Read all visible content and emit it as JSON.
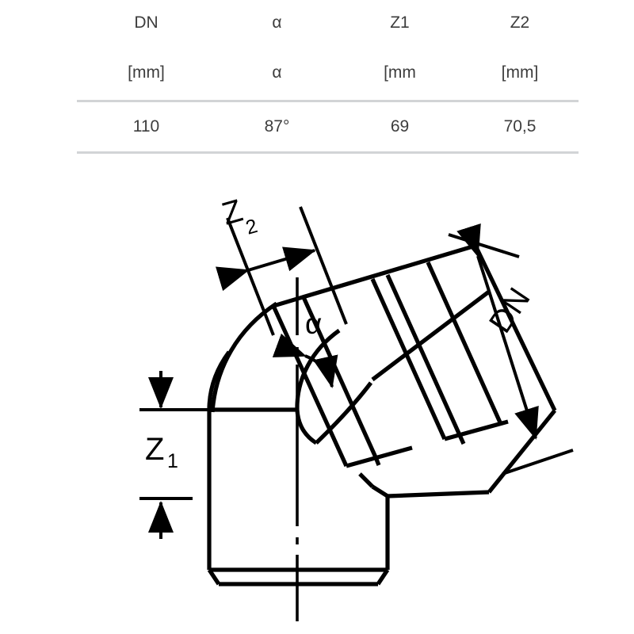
{
  "table": {
    "headers": [
      "DN",
      "α",
      "Z1",
      "Z2"
    ],
    "units": [
      "[mm]",
      "α",
      "[mm",
      "[mm]"
    ],
    "rows": [
      [
        "110",
        "87°",
        "69",
        "70,5"
      ]
    ],
    "rule_color": "#d2d4d6",
    "text_color": "#3d3d3d"
  },
  "drawing": {
    "title": "pipe-bend-cross-section",
    "line_color": "#000000",
    "labels": {
      "z2_base": "Z",
      "z2_sub": "2",
      "z1_base": "Z",
      "z1_sub": "1",
      "alpha": "α",
      "dn": "DN"
    }
  }
}
